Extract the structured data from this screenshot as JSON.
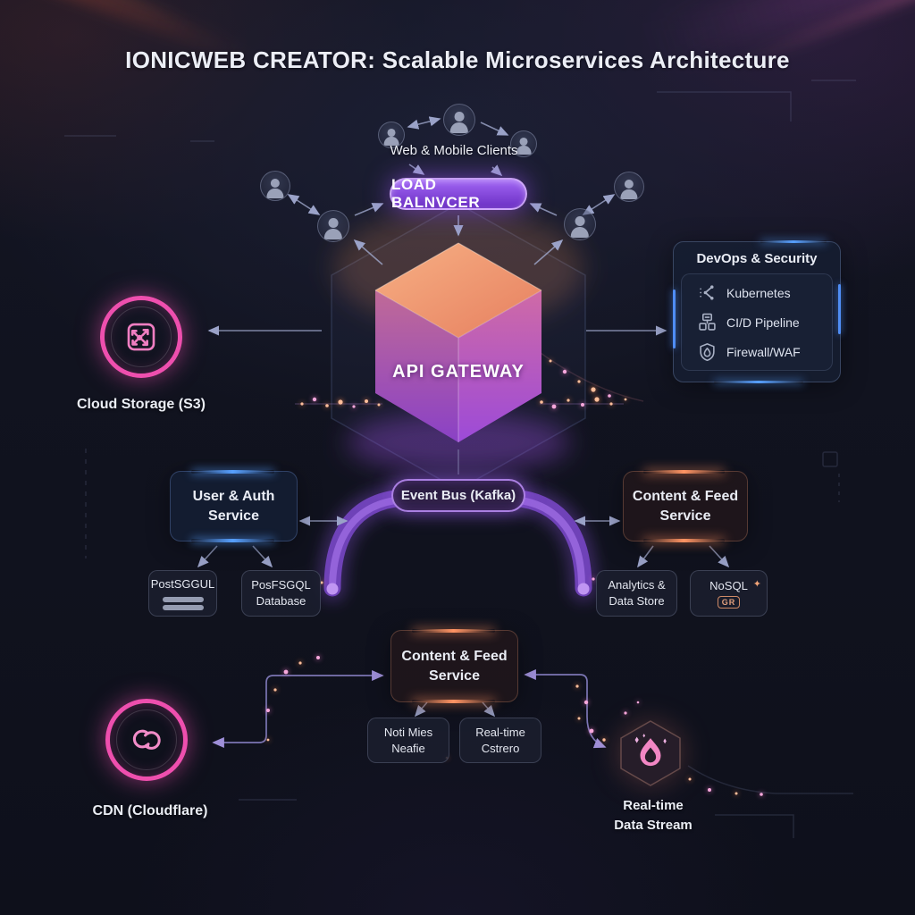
{
  "title": "IONICWEB CREATOR: Scalable Microservices Architecture",
  "clients": {
    "label": "Web & Mobile Clients"
  },
  "load_balancer": {
    "label": "LOAD BALNVCER"
  },
  "api_gateway": {
    "label": "API GATEWAY"
  },
  "cloud_storage": {
    "label": "Cloud Storage (S3)",
    "icon": "storage-expand-icon"
  },
  "devops_panel": {
    "title": "DevOps & Security",
    "items": [
      {
        "label": "Kubernetes",
        "icon": "kubernetes-icon"
      },
      {
        "label": "CI/D Pipeline",
        "icon": "pipeline-icon"
      },
      {
        "label": "Firewall/WAF",
        "icon": "firewall-shield-icon"
      }
    ]
  },
  "user_auth_service": {
    "line1": "User & Auth",
    "line2": "Service"
  },
  "event_bus": {
    "label": "Event Bus (Kafka)"
  },
  "content_feed_upper": {
    "line1": "Content & Feed",
    "line2": "Service"
  },
  "content_feed_lower": {
    "line1": "Content & Feed",
    "line2": "Service"
  },
  "databases": {
    "postgres_a": {
      "label": "PostSGGUL",
      "icon": "database-icon"
    },
    "postgres_b": {
      "line1": "PosFSGQL",
      "line2": "Database"
    },
    "analytics": {
      "line1": "Analytics &",
      "line2": "Data Store"
    },
    "nosql": {
      "label": "NoSQL",
      "badge": "GR",
      "icon": "nosql-badge-icon"
    }
  },
  "notifications": {
    "left": {
      "line1": "Noti Mies",
      "line2": "Neafie"
    },
    "right": {
      "line1": "Real-time",
      "line2": "Cstrero"
    }
  },
  "cdn": {
    "label": "CDN (Cloudflare)",
    "icon": "cloud-icon"
  },
  "realtime_stream": {
    "line1": "Real-time",
    "line2": "Data Stream",
    "icon": "flame-icon"
  },
  "colors": {
    "background": "#10121e",
    "accent_purple": "#8b5cf6",
    "accent_pink": "#ee4fae",
    "accent_orange": "#f08a5a",
    "accent_blue": "#4f8df5",
    "cube_top": "#f2996e",
    "text_primary": "#e9ecf4"
  }
}
